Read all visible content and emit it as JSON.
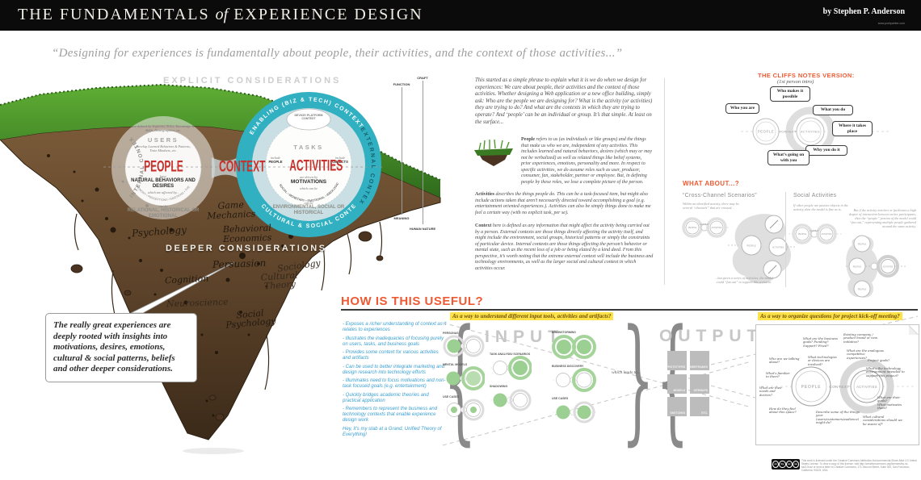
{
  "header": {
    "title_1": "THE FUNDAMENTALS",
    "title_of": "of",
    "title_2": "EXPERIENCE DESIGN",
    "byline": "by Stephen P. Anderson",
    "site": "www.poetpainter.com"
  },
  "quote": "“Designing for experiences is fundamentally about people, their activities, and the context of those activities...”",
  "island": {
    "explicit": "EXPLICIT CONSIDERATIONS",
    "deeper": "DEEPER CONSIDERATIONS",
    "ring_internal": "INTERNAL CONTEXT",
    "ring_enabling": "ENABLING (BIZ & TECH) CONTEXT",
    "ring_external": "EXTERNAL CONTEXT",
    "ring_cultural": "CULTURAL & SOCIAL  CONTEXT",
    "people": {
      "def_top": "are defined by Segments, Roles, Knowledge & Skills, Demographics, etc.",
      "users": "USERS",
      "def_bottom": "Develop Learned Behaviors & Patterns, Train Mindsets, etc.",
      "name": "PEOPLE",
      "have": "have",
      "natural": "NATURAL BEHAVIORS AND DESIRES",
      "affected": "which are affected by...",
      "arc": "MEMORY • PERCEPTIONS • EMOTIONS • THE NON-CONSCIOUS",
      "canbe": "can be",
      "relational": "RELATIONAL, HISTORICAL OR EMOTIONAL"
    },
    "context_label": "CONTEXT",
    "activities": {
      "device": "DEVICE/ PLATFORM CONTEXT",
      "tasks": "TASKS",
      "include": "include",
      "ppl": "PEOPLE",
      "obj": "OBJECTS",
      "name": "ACTIVITIES",
      "driven": "are driven by",
      "motivations": "MOTIVATIONS",
      "whichcanbe": "which can be",
      "arc": "SOCIAL • MONETARY • EMOTIONAL • IDEOLOGICAL",
      "canbe": "can be",
      "environmental": "ENVIRONMENTAL, SOCIAL OR HISTORICAL"
    },
    "soil_words": [
      "Game Mechanics",
      "Psychology",
      "Behavioral Economics",
      "Persuasion",
      "Sociology",
      "Cognition",
      "Cultural Theory",
      "Neuroscience",
      "Social Psychology"
    ],
    "plumb": {
      "l1_top": "FUNCTION",
      "l1_bottom": "MEANING",
      "l2_top": "CRAFT",
      "l2_bottom": "HUMAN NATURE"
    },
    "callout": "The really great experiences are deeply rooted with insights into motivations, desires, emotions, cultural & social patterns, beliefs and other deeper considerations."
  },
  "essay": {
    "intro": "This started as a simple phrase to explain what it is we do when we design for experiences: We care about people, their activities and the context of those activities. Whether designing a Web application or a new office building, simply ask: Who are the people we are designing for? What is the activity (or activities) they are trying to do? And what are the contexts in which they are trying to operate? And ‘people’ can be an individual or group. It’s that simple. At least on the surface...",
    "people_lead": "People",
    "people_body": "refers to us (as individuals or like groups) and the things that make us who we are, independent of any activities. This includes learned and natural behaviors, desires (which may or may not be verbalized) as well as related things like belief systems, prior experiences, emotions, personality and more. In respect to specific activities, we do assume roles such as user, producer, consumer, fan, stakeholder, partner or employee. But, in defining people by these roles, we lose a complete picture of the person.",
    "activities_lead": "Activities",
    "activities_body": "describes the things people do. This can be a task-focused item, but might also include actions taken that aren’t necessarily directed toward accomplishing a goal (e.g. entertainment oriented experiences.). Activities can also be simply things done to make me feel a certain way (with no explicit task, per se).",
    "context_lead": "Context",
    "context_body": "here is defined as any information that might affect the activity being carried out by a person. External contexts are those things directly affecting the activity itself, and might include the environment, social groups, historical patterns or simply the constraints of particular device. Internal contexts are those things affecting the person’s behavior or mental state, such as the recent loss of a job or being elated by a kind deed. From this perspective, it’s worth noting that the extreme external context will include the business and technology environments, as well as the larger social and cultural context in which activities occur."
  },
  "cliffs": {
    "title": "THE CLIFFS NOTES VERSION:",
    "subtitle": "(1st person intro)",
    "bubbles": [
      "Who you are",
      "Who makes it possible",
      "What you do",
      "Where it takes place",
      "Why you do it",
      "What’s going on with you"
    ],
    "circles": [
      "PEOPLE",
      "CONTEXT",
      "ACTIVITIES"
    ]
  },
  "what_about": {
    "title": "WHAT ABOUT...?",
    "cross_title": "“Cross-Channel Scenarios”",
    "cross_cap": "Within an identified activity, there may be several “channels” that are crossed...",
    "cross_cap2": "...but given a series of activities, the model could “fan out” to support this scenario.",
    "social_title": "Social Activities",
    "social_cap": "If other people are passive objects in the activity, then the model is fine as is.",
    "social_cap2": "But if the activity involves or facilitates a high degree of interaction between active participants, then the “people” portion of the model could “fan out,” representing multiple people gathered around the same activity.",
    "labels": {
      "people": "PEOPLE",
      "context": "CONTEXT",
      "activities": "ACTIVITIES"
    }
  },
  "useful": {
    "title": "HOW IS THIS USEFUL?",
    "bullets": [
      "- Exposes a richer understanding of context as it relates to experiences",
      "- Illustrates the inadequacies of focusing purely on users, tasks, and business goals",
      "- Provides some context for various activities and artifacts",
      "- Can be used to better integrate marketing and design research into technology efforts",
      "- Illuminates need to focus motivations and non-task focused goals (e.g. entertainment)",
      "- Quickly bridges academic theories and practical application",
      "- Remembers to represent the business and technology contexts that enable experience design work",
      "Hey, it’s my stab at a Grand, Unified Theory of Everything!"
    ],
    "note_input": "As a way to understand different input tools, activities and artifacts?",
    "note_kickoff": "As a way to organize questions for project kick-off meeting?",
    "input_label": "INPUT",
    "output_label": "OUTPUT",
    "leads": "which leads to...",
    "input_items": [
      "PERSONAS",
      "MENTAL MODELS",
      "USE CASES",
      "TASK ANALYSIS/ SCENARIOS",
      "SHADOWING",
      "BRAINSTORMING",
      "BUSINESS DISCOVERY",
      "USE CASES"
    ],
    "output_items": [
      "PROTOTYPES",
      "WIREFRAMES",
      "MODELS",
      "SITEMAPS",
      "SKETCHES",
      "ETC."
    ]
  },
  "kickoff": {
    "questions": [
      "Existing company / product brand or new initiative?",
      "What are the business goals? Funding? Support? Fixed?",
      "What are the analogous competitive experiences?",
      "Who are we talking about?",
      "What technologies or devices are involved?",
      "Project goals?",
      "What’s the technology environment intended to support this project?",
      "What’s familiar to them?",
      "What are their needs and desires?",
      "How do they feel about this space?",
      "Describe some of the things your (users/customers/audience) might do?",
      "What cultural considerations should we be aware of?",
      "What are their goals?",
      "What motivates them?"
    ]
  },
  "footer": {
    "cc": [
      "cc",
      "by",
      "nc",
      "sa"
    ],
    "license": "This work is licensed under the Creative Commons Attribution-Noncommercial-Share Alike 3.0 United States License. To view a copy of this license, visit http://creativecommons.org/licenses/by-nc-sa/3.0/us/ or send a letter to Creative Commons, 171 Second Street, Suite 300, San Francisco, California, 94105, USA."
  }
}
